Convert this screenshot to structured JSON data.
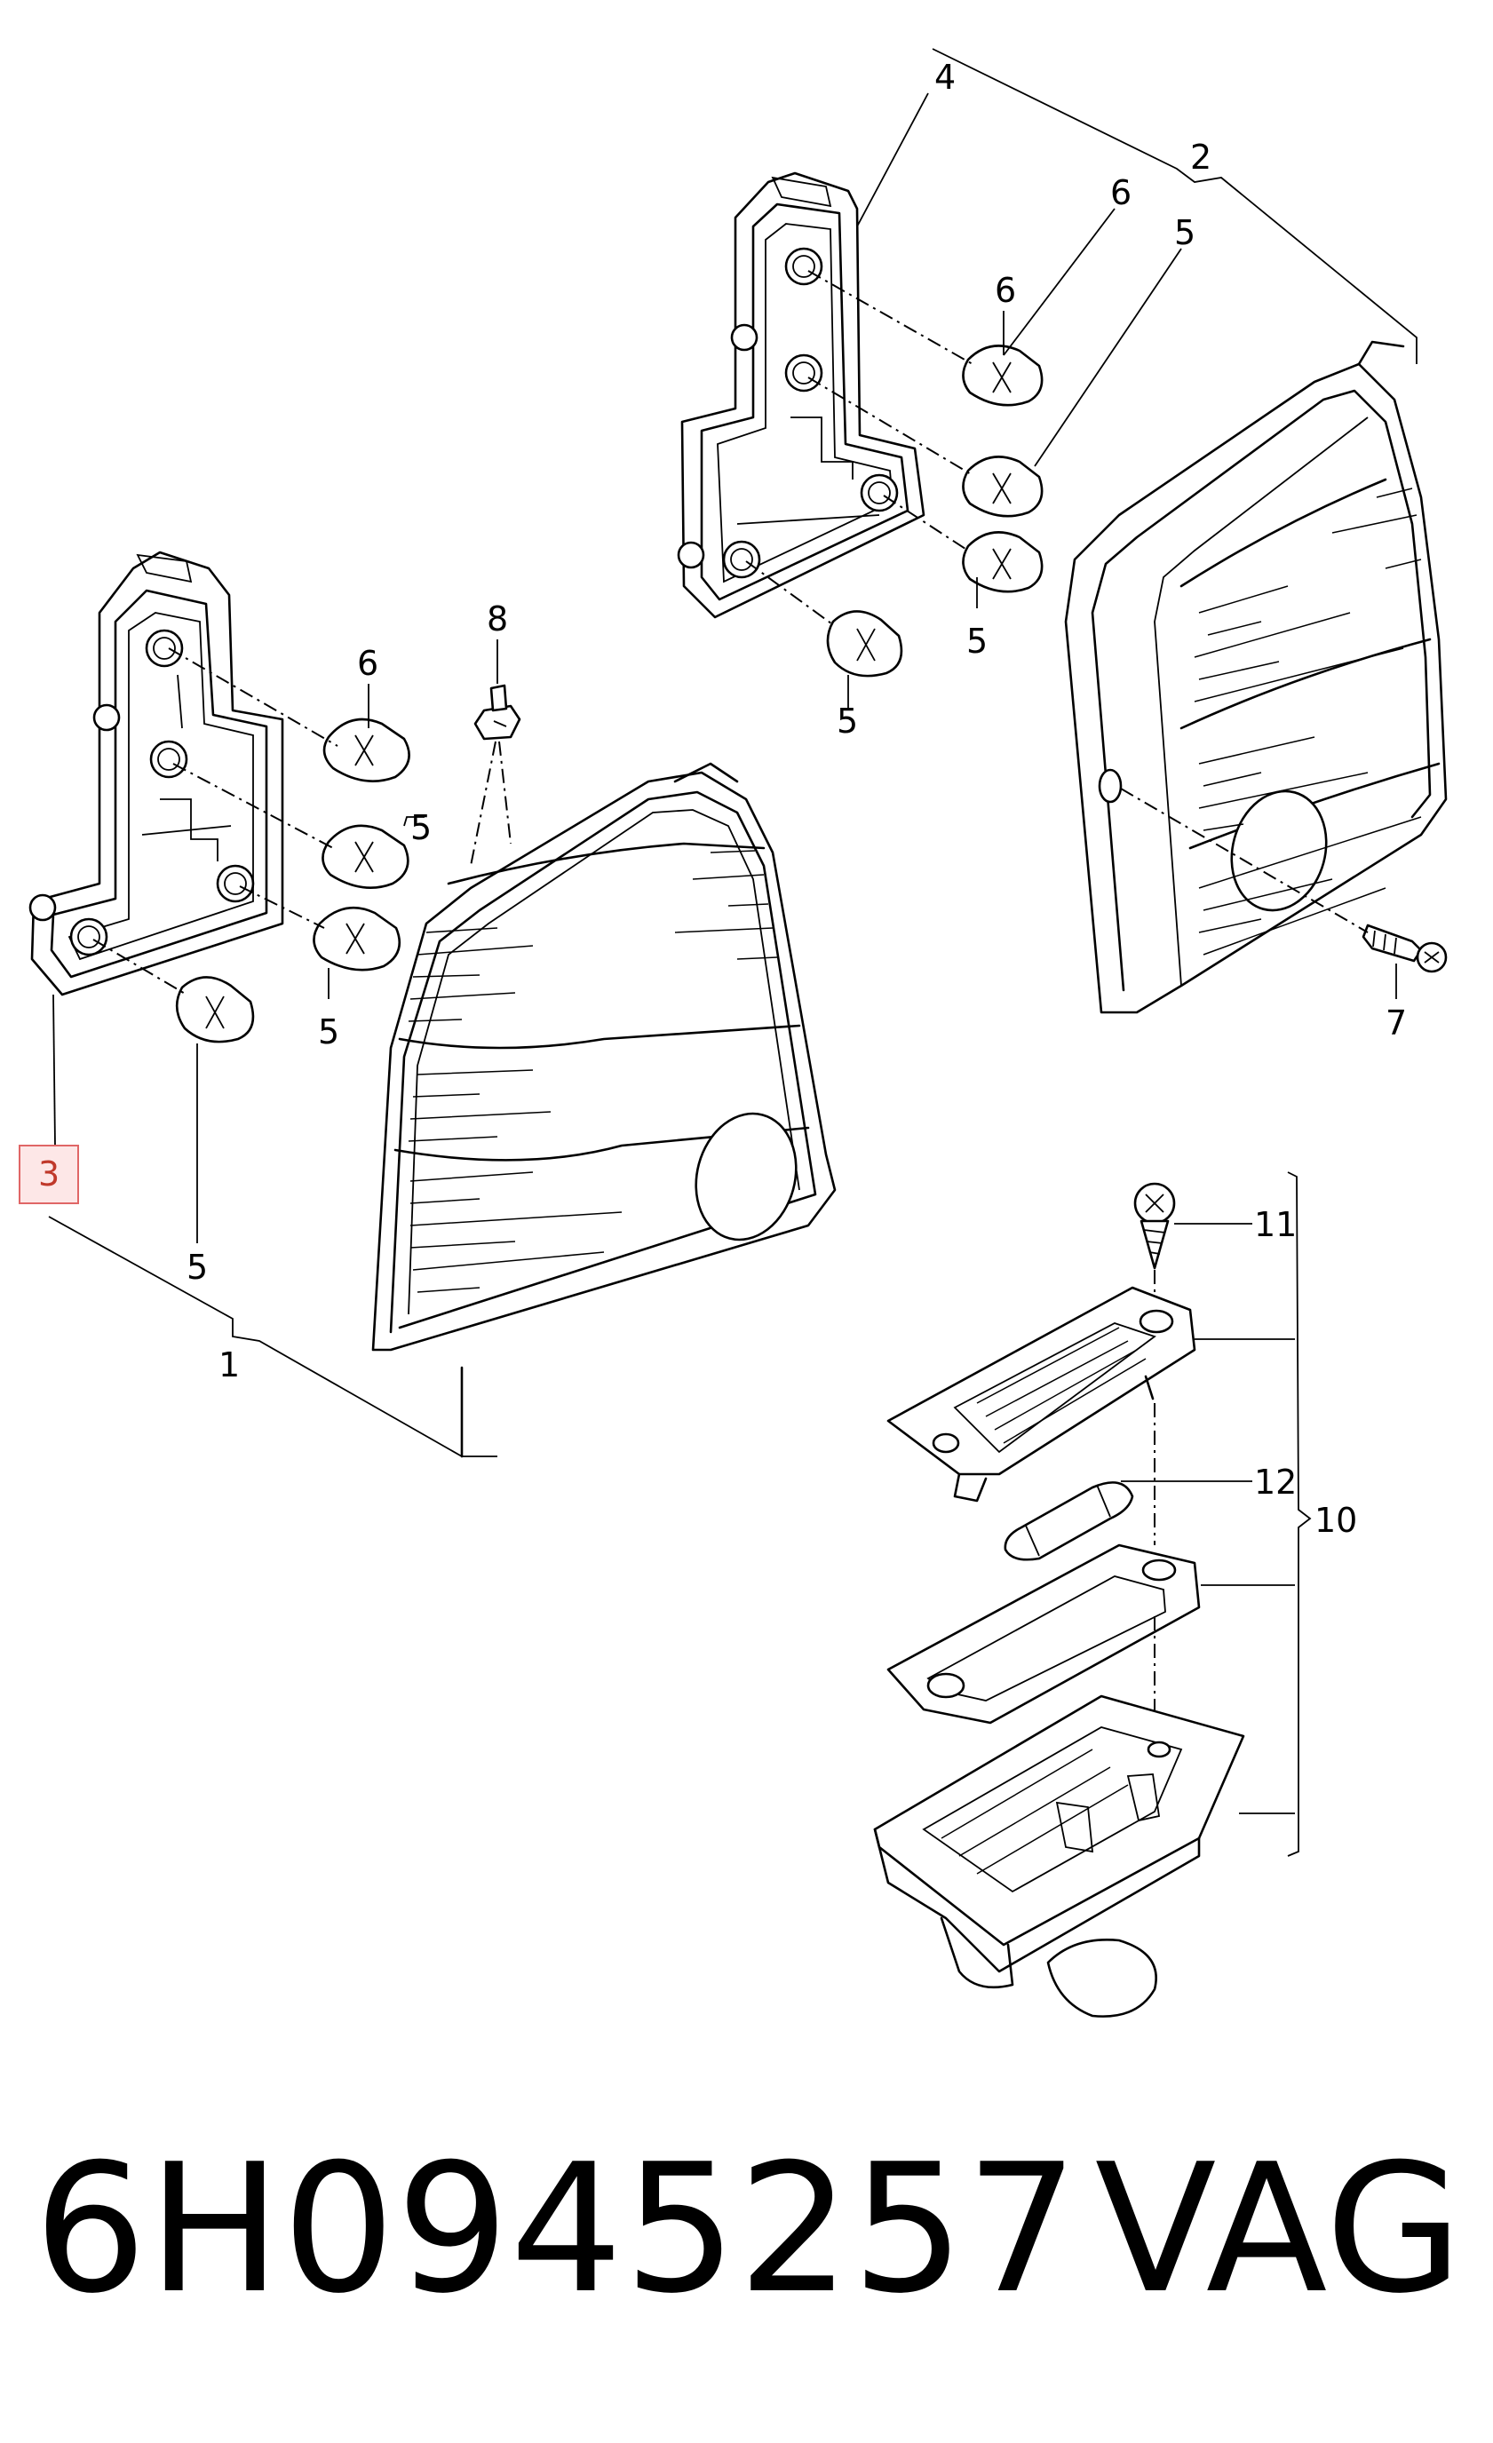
{
  "callouts": {
    "c1": "1",
    "c2": "2",
    "c3": "3",
    "c4": "4",
    "c5a": "5",
    "c5b": "5",
    "c5c": "5",
    "c5d": "5",
    "c5e": "5",
    "c5f": "5",
    "c6a": "6",
    "c6b": "6",
    "c6c": "6",
    "c7": "7",
    "c8": "8",
    "c10": "10",
    "c11": "11",
    "c12": "12"
  },
  "highlight_color": "#c0392b",
  "part_number": "6H0945257",
  "brand": "VAG"
}
